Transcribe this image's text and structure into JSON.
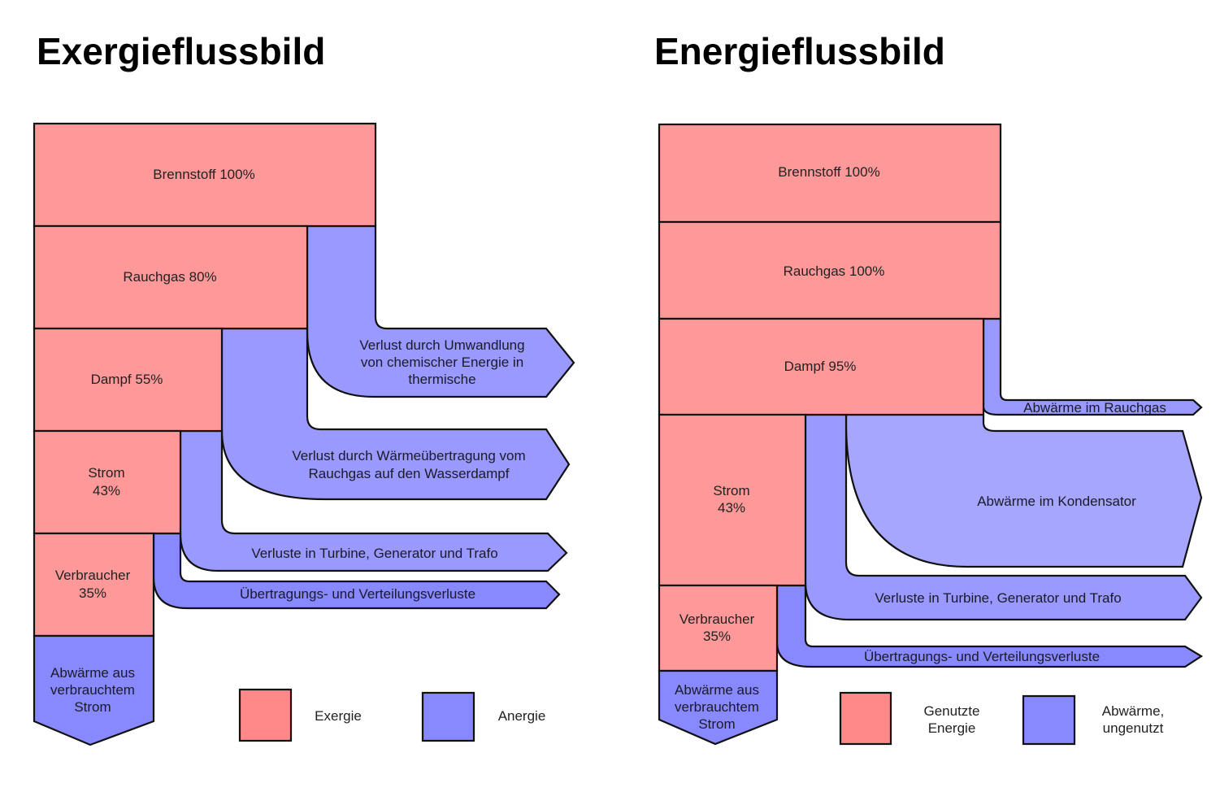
{
  "left": {
    "title": "Exergieflussbild",
    "nodes": {
      "brennstoff": "Brennstoff 100%",
      "rauchgas": "Rauchgas 80%",
      "dampf": "Dampf 55%",
      "strom_1": "Strom",
      "strom_2": "43%",
      "verbraucher_1": "Verbraucher",
      "verbraucher_2": "35%",
      "abwaerme_1": "Abwärme aus",
      "abwaerme_2": "verbrauchtem",
      "abwaerme_3": "Strom"
    },
    "losses": {
      "umwandlung_1": "Verlust durch Umwandlung",
      "umwandlung_2": "von chemischer Energie in",
      "umwandlung_3": "thermische",
      "waerme_1": "Verlust durch Wärmeübertragung vom",
      "waerme_2": "Rauchgas auf den Wasserdampf",
      "turbine": "Verluste in Turbine, Generator und Trafo",
      "uebertragung": "Übertragungs- und Verteilungsverluste"
    },
    "legend": [
      {
        "label": "Exergie",
        "color": "#ff8888"
      },
      {
        "label": "Anergie",
        "color": "#8888ff"
      }
    ]
  },
  "right": {
    "title": "Energieflussbild",
    "nodes": {
      "brennstoff": "Brennstoff 100%",
      "rauchgas": "Rauchgas 100%",
      "dampf": "Dampf 95%",
      "strom_1": "Strom",
      "strom_2": "43%",
      "verbraucher_1": "Verbraucher",
      "verbraucher_2": "35%",
      "abwaerme_1": "Abwärme aus",
      "abwaerme_2": "verbrauchtem",
      "abwaerme_3": "Strom"
    },
    "losses": {
      "rauchgas": "Abwärme im Rauchgas",
      "kondensator": "Abwärme im Kondensator",
      "turbine": "Verluste in Turbine, Generator und Trafo",
      "uebertragung": "Übertragungs- und Verteilungsverluste"
    },
    "legend": [
      {
        "label_1": "Genutzte",
        "label_2": "Energie",
        "color": "#ff8888"
      },
      {
        "label_1": "Abwärme,",
        "label_2": "ungenutzt",
        "color": "#8888ff"
      }
    ]
  },
  "colors": {
    "exergy": "#ff9999",
    "anergy": "#9999ff",
    "anergy_dark": "#8888ff",
    "anergy_light": "#a6a6ff"
  }
}
